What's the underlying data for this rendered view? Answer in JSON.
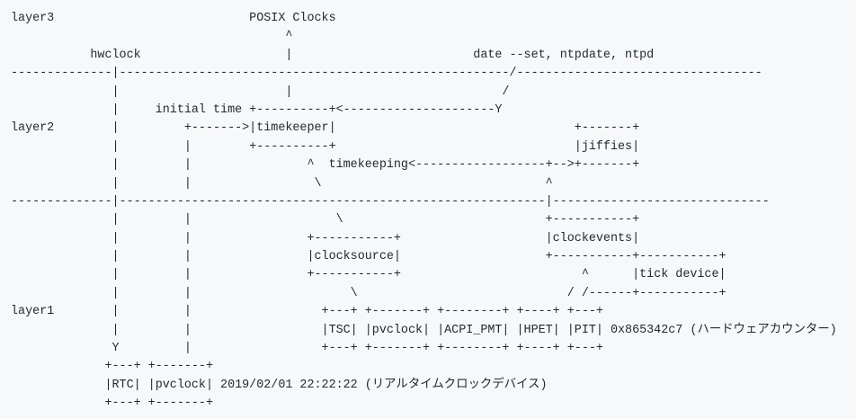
{
  "diagram": {
    "lines": [
      "layer3                           POSIX Clocks",
      "                                      ^",
      "           hwclock                    |                         date --set, ntpdate, ntpd",
      "--------------|------------------------------------------------------/----------------------------------",
      "              |                       |                             /",
      "              |     initial time +----------+<---------------------Y",
      "layer2        |         +------->|timekeeper|                                 +-------+",
      "              |         |        +----------+                                 |jiffies|",
      "              |         |                ^  timekeeping<------------------+-->+-------+",
      "              |         |                 \\                               ^",
      "--------------|-----------------------------------------------------------|------------------------------",
      "              |         |                    \\                            +-----------+",
      "              |         |                +-----------+                    |clockevents|",
      "              |         |                |clocksource|                    +-----------+-----------+",
      "              |         |                +-----------+                         ^      |tick device|",
      "              |         |                      \\                             / /------+-----------+",
      "layer1        |         |                  +---+ +-------+ +--------+ +----+ +---+",
      "              |         |                  |TSC| |pvclock| |ACPI_PMT| |HPET| |PIT| 0x865342c7 (ハードウェアカウンター)",
      "              Y         |                  +---+ +-------+ +--------+ +----+ +---+",
      "             +---+ +-------+",
      "             |RTC| |pvclock| 2019/02/01 22:22:22 (リアルタイムクロックデバイス)",
      "             +---+ +-------+"
    ]
  }
}
